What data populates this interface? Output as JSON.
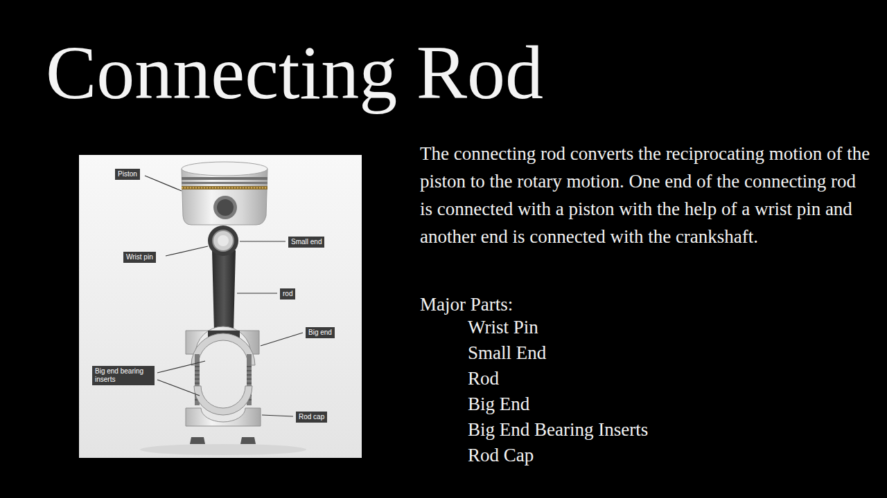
{
  "diagram": {
    "title": "Connecting Rod",
    "nodes": [
      {
        "text": [
          "Piston"
        ]
      },
      {
        "text": [
          "Small end"
        ]
      },
      {
        "text": [
          "Wrist pin"
        ]
      },
      {
        "text": [
          "rod"
        ]
      },
      {
        "text": [
          "Big end"
        ]
      },
      {
        "text": [
          "Big end bearing inserts"
        ]
      },
      {
        "text": [
          "Rod cap"
        ]
      }
    ],
    "labels": [
      "The connecting rod converts the reciprocating motion of the piston to the rotary motion. One end of the connecting rod is connected with a piston with the help of a wrist pin and another end is connected with the crankshaft.",
      "Major Parts:",
      "Wrist Pin",
      "Small End",
      "Rod",
      "Big End",
      "Big End Bearing Inserts",
      "Rod Cap"
    ]
  }
}
